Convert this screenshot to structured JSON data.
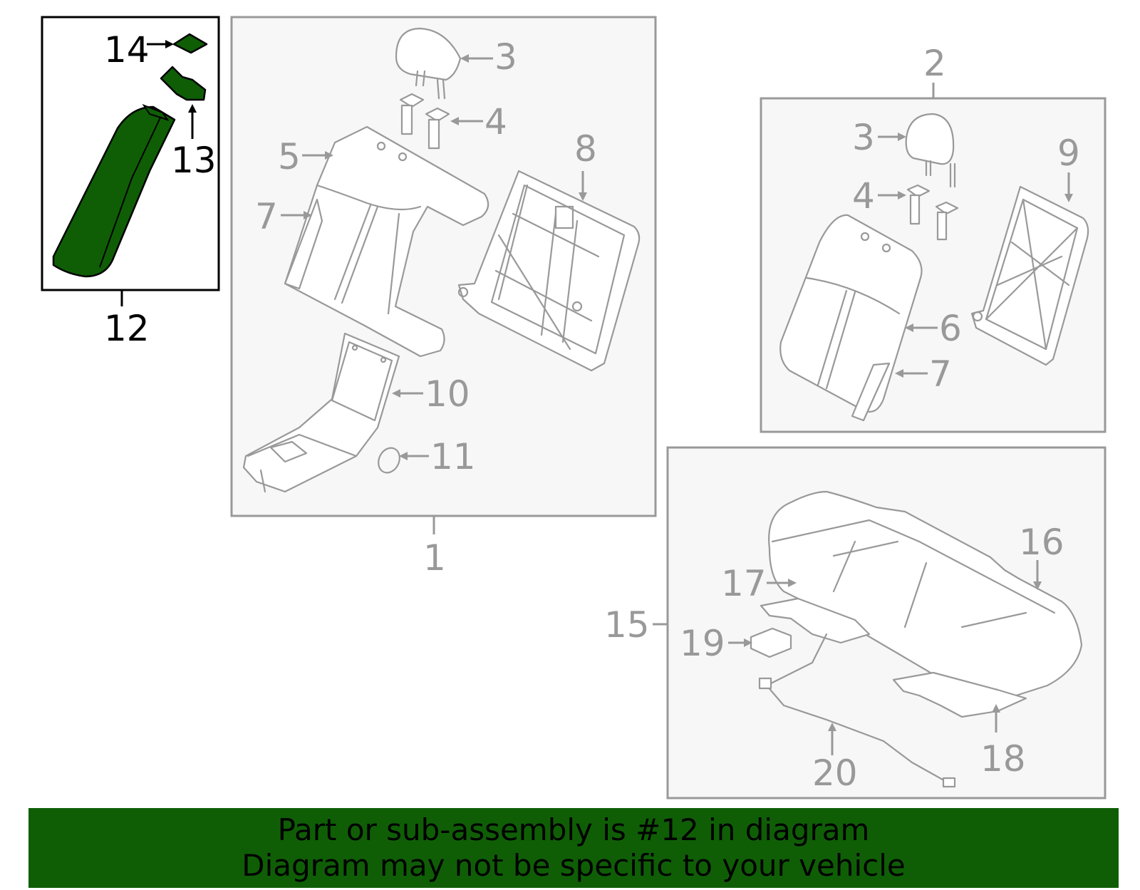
{
  "callouts": {
    "c1": "1",
    "c2": "2",
    "c3a": "3",
    "c3b": "3",
    "c4a": "4",
    "c4b": "4",
    "c5": "5",
    "c6": "6",
    "c7a": "7",
    "c7b": "7",
    "c8": "8",
    "c9": "9",
    "c10": "10",
    "c11": "11",
    "c12": "12",
    "c13": "13",
    "c14": "14",
    "c15": "15",
    "c16": "16",
    "c17": "17",
    "c18": "18",
    "c19": "19",
    "c20": "20"
  },
  "highlighted_part": "12",
  "colors": {
    "highlight": "#0f5e06",
    "banner_bg": "#0f5e06",
    "line_gray": "#999999",
    "panel_bg": "#f7f7f7"
  },
  "banner": {
    "line1": "Part or sub-assembly is #12 in diagram",
    "line2": "Diagram may not be specific to your vehicle"
  }
}
